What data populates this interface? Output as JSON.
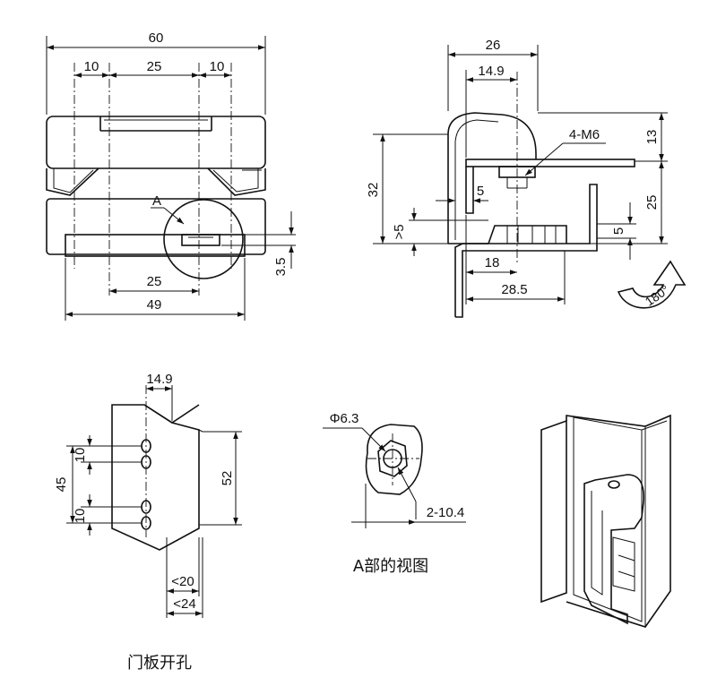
{
  "front_view": {
    "dim_overall_width": "60",
    "dim_left": "10",
    "dim_mid": "25",
    "dim_right": "10",
    "detail_marker": "A",
    "dim_slot_width": "25",
    "dim_base_width": "49",
    "dim_slot_depth": "3.5"
  },
  "side_view": {
    "dim_top_width": "26",
    "dim_offset": "14.9",
    "screw_callout": "4-M6",
    "dim_height": "32",
    "dim_upper": "13",
    "dim_lower": "25",
    "dim_wall": "5",
    "dim_gap": ">5",
    "dim_lip": "5",
    "dim_18": "18",
    "dim_28_5": "28.5",
    "rotation_label": "180°"
  },
  "door_panel": {
    "dim_offset": "14.9",
    "dim_pitch_upper": "10",
    "dim_pitch_lower": "10",
    "dim_span": "45",
    "dim_height": "52",
    "dim_20": "<20",
    "dim_24": "<24",
    "caption": "门板开孔"
  },
  "detail_a": {
    "dim_diameter": "Φ6.3",
    "dim_slot": "2-10.4",
    "caption": "A部的视图"
  }
}
